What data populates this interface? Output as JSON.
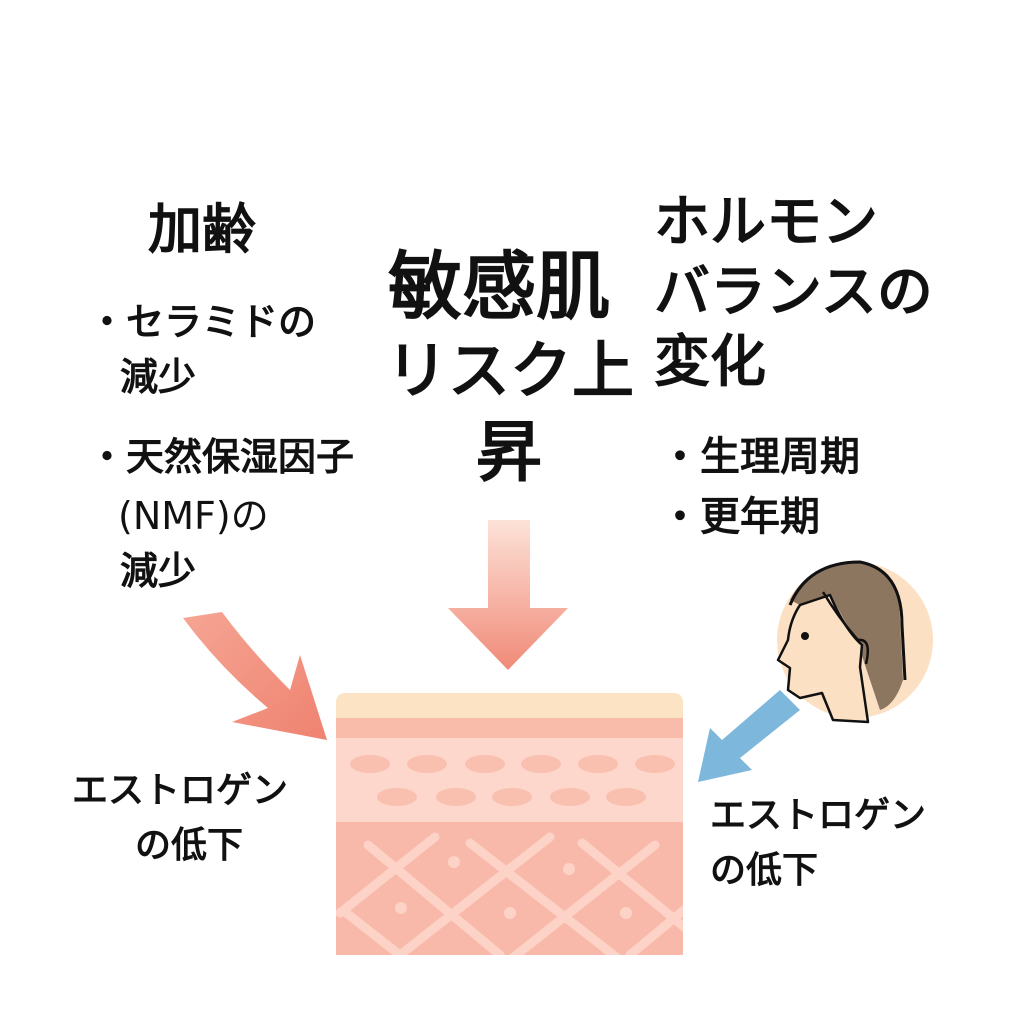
{
  "left": {
    "title": "加齢",
    "bullets": [
      {
        "lines": [
          "・セラミドの",
          "減少"
        ]
      },
      {
        "lines": [
          "・天然保湿因子",
          "(NMF)の",
          "減少"
        ]
      }
    ]
  },
  "center": {
    "lines": [
      "敏感肌",
      "リスク上",
      "昇"
    ]
  },
  "right": {
    "title_lines": [
      "ホルモン",
      "バランスの",
      "変化"
    ],
    "bullets": [
      "・生理周期",
      "・更年期"
    ]
  },
  "bottom_left": {
    "lines": [
      "エストロゲン",
      "の低下"
    ]
  },
  "bottom_right": {
    "lines": [
      "エストロゲン",
      "の低下"
    ]
  },
  "colors": {
    "arrow_red": "#f08a78",
    "arrow_blue": "#7db8dc",
    "skin_top": "#fce3c4",
    "skin_dermis": "#f9b9aa",
    "hair": "#8c7660",
    "face": "#fbe0c4"
  }
}
